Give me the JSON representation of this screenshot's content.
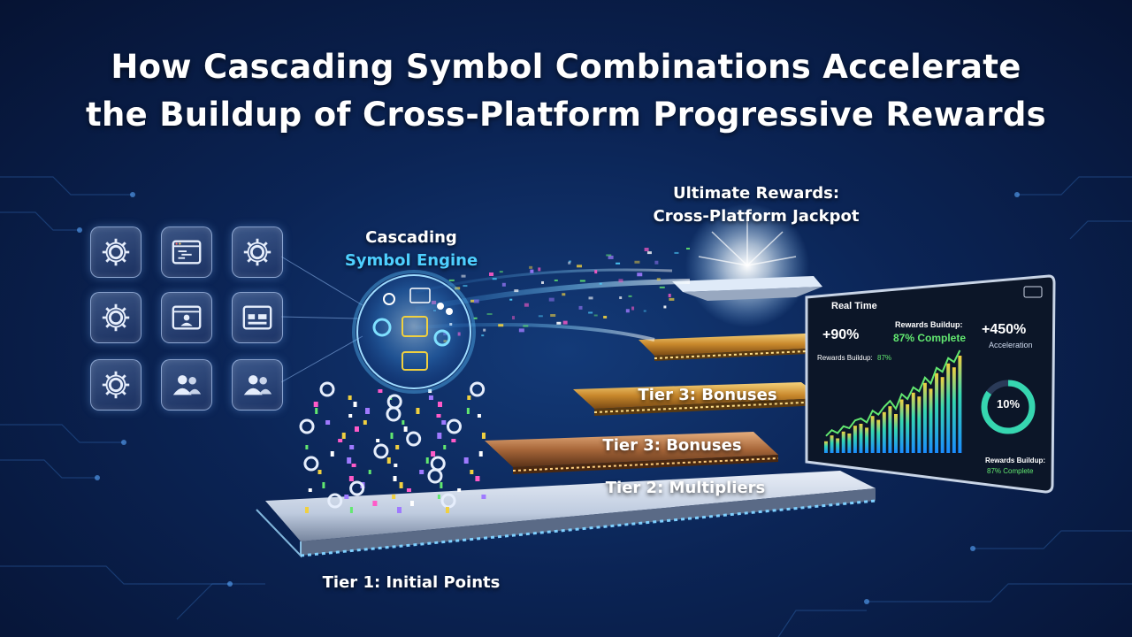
{
  "title": {
    "line1": "How Cascading Symbol Combinations Accelerate",
    "line2": "the Buildup of Cross-Platform Progressive Rewards"
  },
  "icon_grid": [
    {
      "icon": "gear-icon"
    },
    {
      "icon": "code-window-icon"
    },
    {
      "icon": "gear-icon"
    },
    {
      "icon": "gear-icon"
    },
    {
      "icon": "user-window-icon"
    },
    {
      "icon": "dashboard-window-icon"
    },
    {
      "icon": "gear-icon"
    },
    {
      "icon": "users-icon"
    },
    {
      "icon": "users-icon"
    }
  ],
  "engine": {
    "label_line1": "Cascading",
    "label_line2": "Symbol Engine"
  },
  "ultimate": {
    "line1": "Ultimate Rewards:",
    "line2": "Cross-Platform Jackpot"
  },
  "tiers": {
    "tier3_upper": "Tier 3: Bonuses",
    "tier3_lower": "Tier 3: Bonuses",
    "tier2": "Tier 2: Multipliers",
    "tier1": "Tier 1: Initial Points"
  },
  "dashboard": {
    "title": "Real Time",
    "stat1_caption": "",
    "stat1_value": "+90%",
    "stat2_caption": "Rewards Buildup:",
    "stat2_value": "87% Complete",
    "stat3_caption": "",
    "stat3_value": "+450%",
    "stat3_sub": "Acceleration",
    "buildup_label": "Rewards Buildup:",
    "buildup_pct": "87%",
    "ring_value": "10%",
    "ring_sub": "",
    "ring_level": 0.85,
    "footer_caption": "Rewards Buildup:",
    "footer_value": "87% Complete",
    "bars": [
      0.12,
      0.18,
      0.15,
      0.22,
      0.2,
      0.28,
      0.3,
      0.26,
      0.38,
      0.34,
      0.42,
      0.48,
      0.4,
      0.55,
      0.5,
      0.62,
      0.58,
      0.72,
      0.66,
      0.82,
      0.78,
      0.92,
      0.88,
      1.0
    ]
  },
  "colors": {
    "accent_cyan": "#4ed0ff",
    "gold": "#e0a040",
    "bronze": "#b87040",
    "green": "#62e870",
    "background": "#0b2455"
  }
}
